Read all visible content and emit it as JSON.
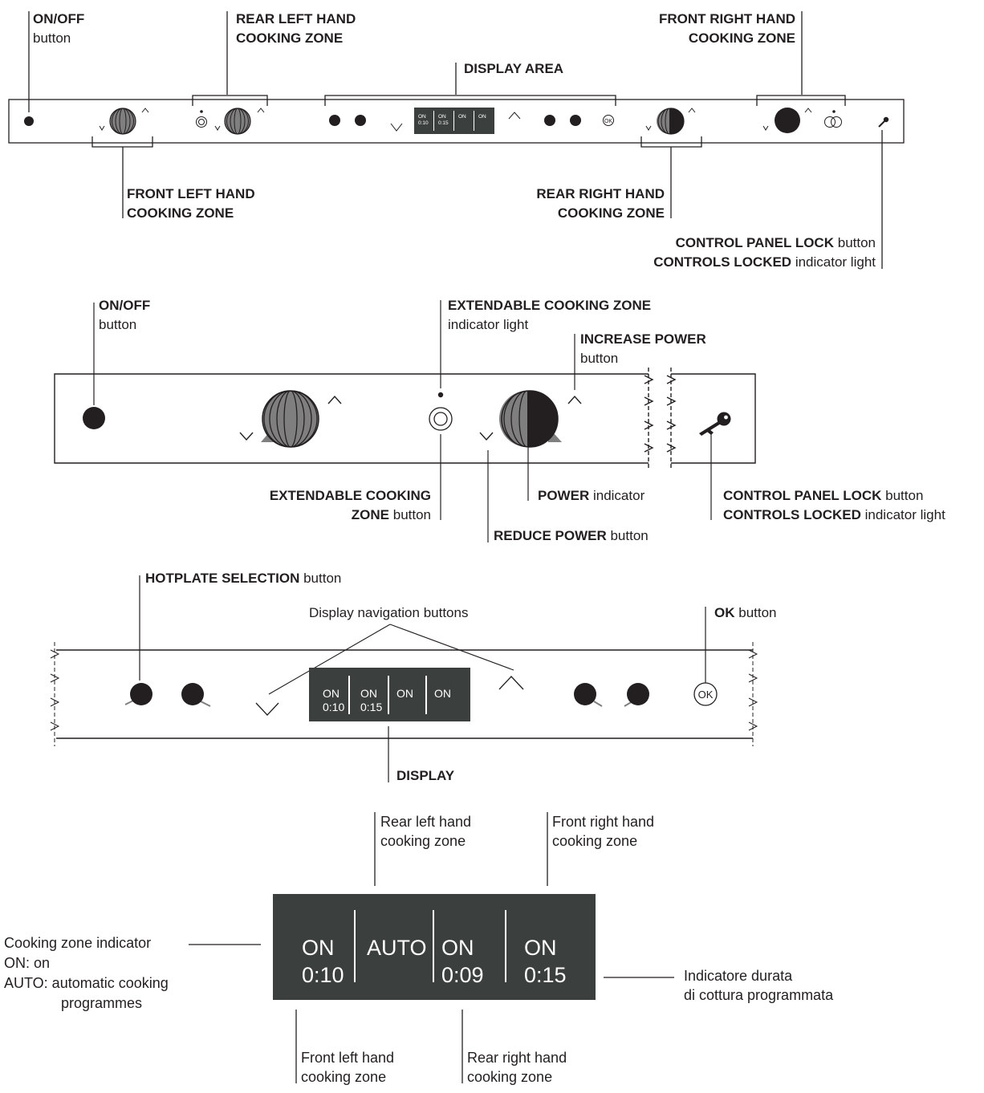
{
  "panel1": {
    "onoff": {
      "bold": "ON/OFF",
      "rest": "button"
    },
    "rear_left": {
      "line1": "REAR LEFT HAND",
      "line2": "COOKING ZONE"
    },
    "display_area": "DISPLAY AREA",
    "front_right": {
      "line1": "FRONT RIGHT HAND",
      "line2": "COOKING ZONE"
    },
    "front_left": {
      "line1": "FRONT LEFT HAND",
      "line2": "COOKING ZONE"
    },
    "rear_right": {
      "line1": "REAR RIGHT HAND",
      "line2": "COOKING ZONE"
    },
    "lock": {
      "bold1": "CONTROL PANEL LOCK",
      "rest1": "button",
      "bold2": "CONTROLS LOCKED",
      "rest2": "indicator light"
    },
    "mini_display": [
      [
        "ON",
        "0:10"
      ],
      [
        "ON",
        "0:15"
      ],
      [
        "ON",
        ""
      ],
      [
        "ON",
        ""
      ]
    ],
    "ok_text": "OK"
  },
  "panel2": {
    "onoff": {
      "bold": "ON/OFF",
      "rest": "button"
    },
    "ext_light": {
      "bold": "EXTENDABLE COOKING ZONE",
      "rest": "indicator light"
    },
    "increase": {
      "bold": "INCREASE POWER",
      "rest": "button"
    },
    "ext_button": {
      "bold1": "EXTENDABLE COOKING",
      "bold2": "ZONE",
      "rest": "button"
    },
    "power": {
      "bold": "POWER",
      "rest": "indicator"
    },
    "reduce": {
      "bold": "REDUCE POWER",
      "rest": "button"
    },
    "lock": {
      "bold1": "CONTROL PANEL LOCK",
      "rest1": "button",
      "bold2": "CONTROLS LOCKED",
      "rest2": "indicator light"
    }
  },
  "panel3": {
    "hotplate": {
      "bold": "HOTPLATE SELECTION",
      "rest": "button"
    },
    "nav": "Display navigation buttons",
    "ok": {
      "bold": "OK",
      "rest": "button"
    },
    "ok_text": "OK",
    "display": "DISPLAY",
    "mini_display": [
      [
        "ON",
        "0:10"
      ],
      [
        "ON",
        "0:15"
      ],
      [
        "ON",
        ""
      ],
      [
        "ON",
        ""
      ]
    ]
  },
  "panel4": {
    "rear_left": {
      "line1": "Rear left hand",
      "line2": "cooking zone"
    },
    "front_right": {
      "line1": "Front right hand",
      "line2": "cooking zone"
    },
    "indicator": {
      "line1": "Cooking zone indicator",
      "line2": "ON: on",
      "line3": "AUTO: automatic cooking",
      "line4": "programmes"
    },
    "duration": {
      "line1": "Indicatore durata",
      "line2": "di cottura programmata"
    },
    "front_left": {
      "line1": "Front left hand",
      "line2": "cooking zone"
    },
    "rear_right": {
      "line1": "Rear right hand",
      "line2": "cooking zone"
    },
    "display": [
      [
        "ON",
        "0:10"
      ],
      [
        "AUTO",
        ""
      ],
      [
        "ON",
        "0:09"
      ],
      [
        "ON",
        "0:15"
      ]
    ]
  }
}
